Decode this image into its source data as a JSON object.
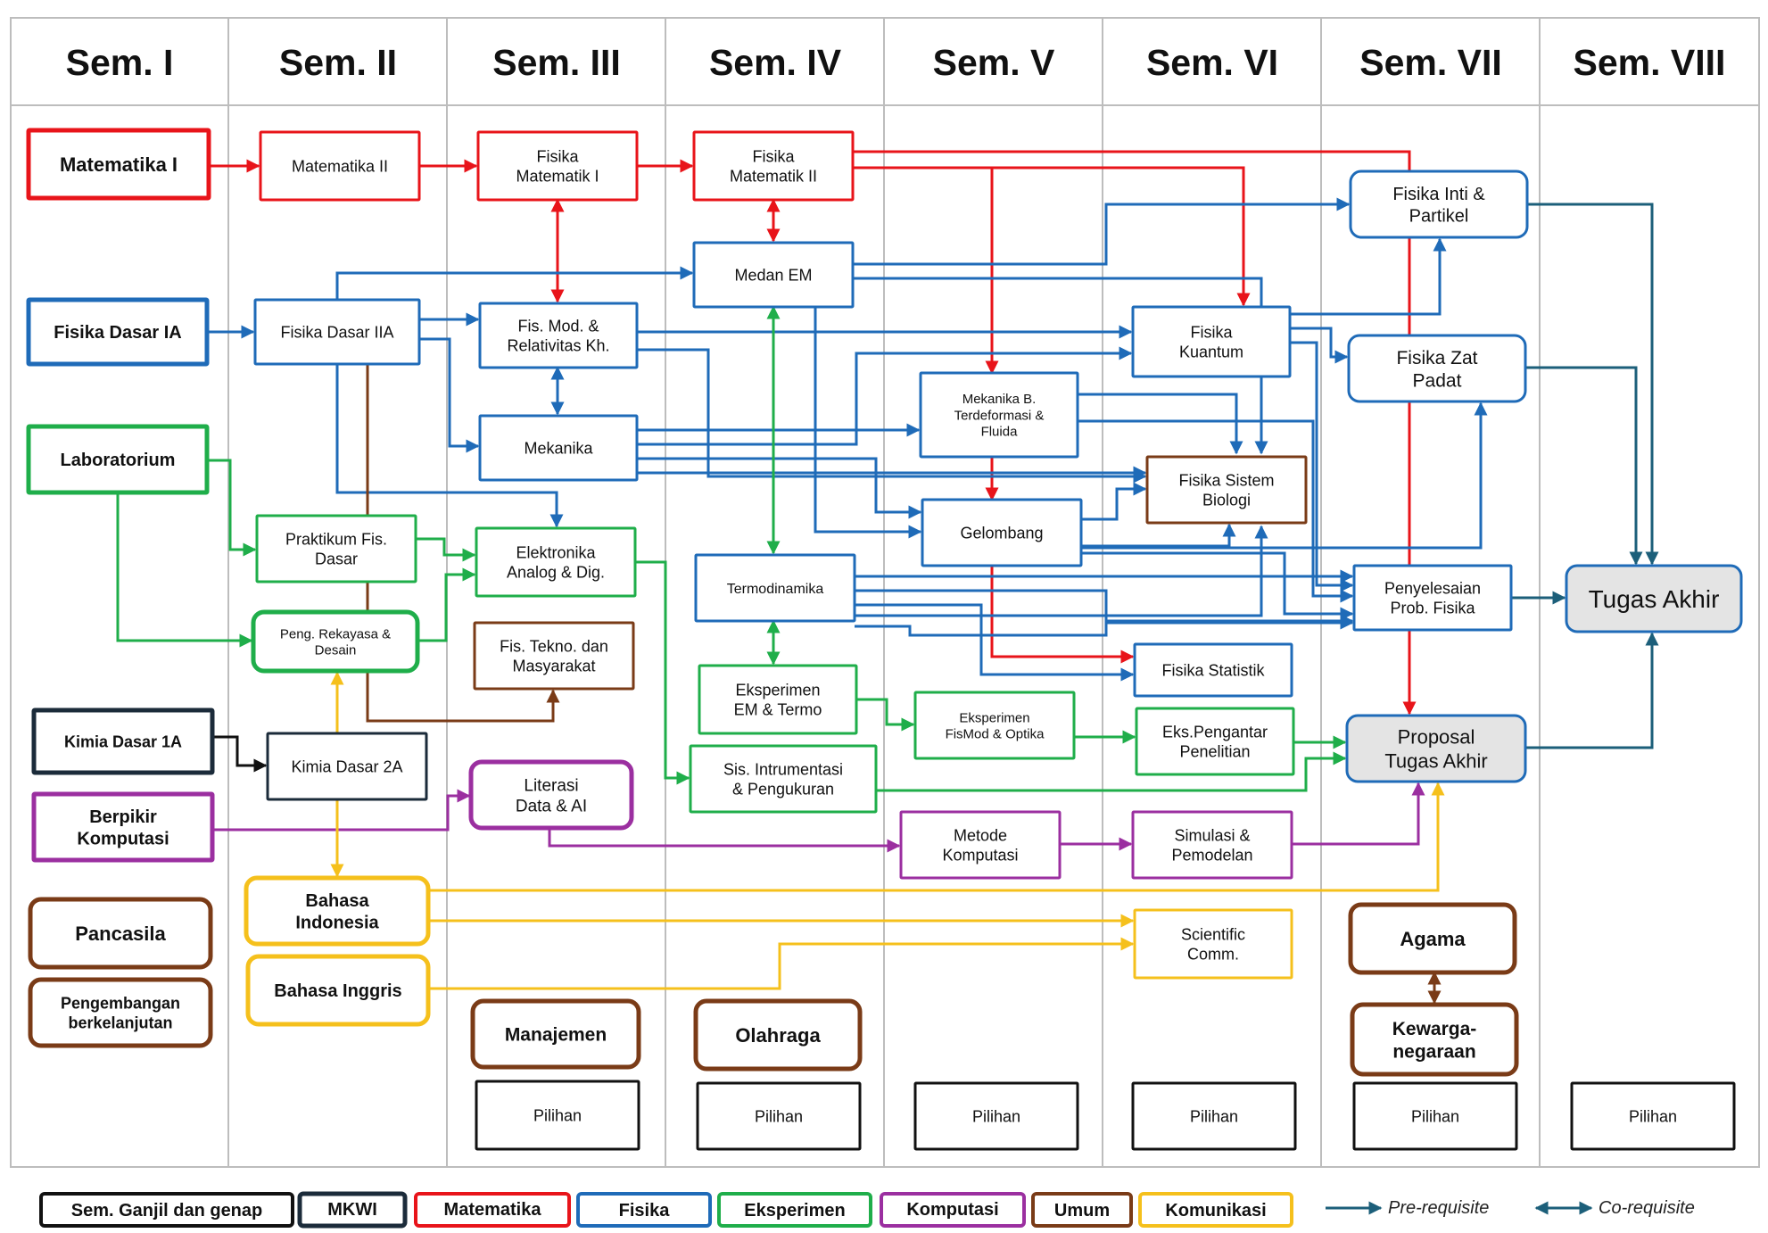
{
  "colors": {
    "matematika": "#e8141a",
    "fisika": "#1f6bb8",
    "eksperimen": "#1fae4a",
    "komputasi": "#9b2fa0",
    "umum": "#7a3b17",
    "komunikasi": "#f5c01c",
    "black": "#111111",
    "navy": "#1b2b3a",
    "teal": "#1c5f7a",
    "grey_fill": "#e4e4e4"
  },
  "semesters": [
    "Sem. I",
    "Sem. II",
    "Sem. III",
    "Sem. IV",
    "Sem. V",
    "Sem. VI",
    "Sem. VII",
    "Sem. VIII"
  ],
  "courses": {
    "matematika_1": [
      "Matematika I"
    ],
    "matematika_2": [
      "Matematika II"
    ],
    "fisika_matematik_1": [
      "Fisika",
      "Matematik I"
    ],
    "fisika_matematik_2": [
      "Fisika",
      "Matematik II"
    ],
    "fisika_dasar_1a": [
      "Fisika Dasar IA"
    ],
    "fisika_dasar_2a": [
      "Fisika Dasar IIA"
    ],
    "fis_mod": [
      "Fis. Mod. &",
      "Relativitas Kh."
    ],
    "medan_em": [
      "Medan EM"
    ],
    "mekanika": [
      "Mekanika"
    ],
    "mekanika_b": [
      "Mekanika B.",
      "Terdeformasi &",
      "Fluida"
    ],
    "gelombang": [
      "Gelombang"
    ],
    "fisika_kuantum": [
      "Fisika",
      "Kuantum"
    ],
    "fisika_inti": [
      "Fisika Inti &",
      "Partikel"
    ],
    "fisika_zat_padat": [
      "Fisika Zat",
      "Padat"
    ],
    "fisika_sistem_biologi": [
      "Fisika Sistem",
      "Biologi"
    ],
    "penyelesaian": [
      "Penyelesaian",
      "Prob. Fisika"
    ],
    "termodinamika": [
      "Termodinamika"
    ],
    "fisika_statistik": [
      "Fisika Statistik"
    ],
    "laboratorium": [
      "Laboratorium"
    ],
    "praktikum": [
      "Praktikum Fis.",
      "Dasar"
    ],
    "elektronika": [
      "Elektronika",
      "Analog & Dig."
    ],
    "peng_rekayasa": [
      "Peng. Rekayasa &",
      "Desain"
    ],
    "eksperimen_em": [
      "Eksperimen",
      "EM & Termo"
    ],
    "eksperimen_fismod": [
      "Eksperimen",
      "FisMod & Optika"
    ],
    "eks_pengantar": [
      "Eks.Pengantar",
      "Penelitian"
    ],
    "sis_instrumentasi": [
      "Sis. Intrumentasi",
      "& Pengukuran"
    ],
    "fis_tekno": [
      "Fis. Tekno. dan",
      "Masyarakat"
    ],
    "kimia_1a": [
      "Kimia Dasar 1A"
    ],
    "kimia_2a": [
      "Kimia Dasar 2A"
    ],
    "berpikir": [
      "Berpikir",
      "Komputasi"
    ],
    "literasi": [
      "Literasi",
      "Data & AI"
    ],
    "metode_komputasi": [
      "Metode",
      "Komputasi"
    ],
    "simulasi": [
      "Simulasi &",
      "Pemodelan"
    ],
    "pancasila": [
      "Pancasila"
    ],
    "pengembangan": [
      "Pengembangan",
      "berkelanjutan"
    ],
    "bahasa_indonesia": [
      "Bahasa",
      "Indonesia"
    ],
    "bahasa_inggris": [
      "Bahasa Inggris"
    ],
    "scientific_comm": [
      "Scientific",
      "Comm."
    ],
    "manajemen": [
      "Manajemen"
    ],
    "olahraga": [
      "Olahraga"
    ],
    "agama": [
      "Agama"
    ],
    "kewarganegaraan": [
      "Kewarga-",
      "negaraan"
    ],
    "proposal": [
      "Proposal",
      "Tugas Akhir"
    ],
    "tugas_akhir": [
      "Tugas Akhir"
    ],
    "pilihan": [
      "Pilihan"
    ]
  },
  "legend": {
    "items": [
      "Sem. Ganjil dan genap",
      "MKWI",
      "Matematika",
      "Fisika",
      "Eksperimen",
      "Komputasi",
      "Umum",
      "Komunikasi"
    ],
    "prerequisite": "Pre-requisite",
    "corequisite": "Co-requisite"
  }
}
